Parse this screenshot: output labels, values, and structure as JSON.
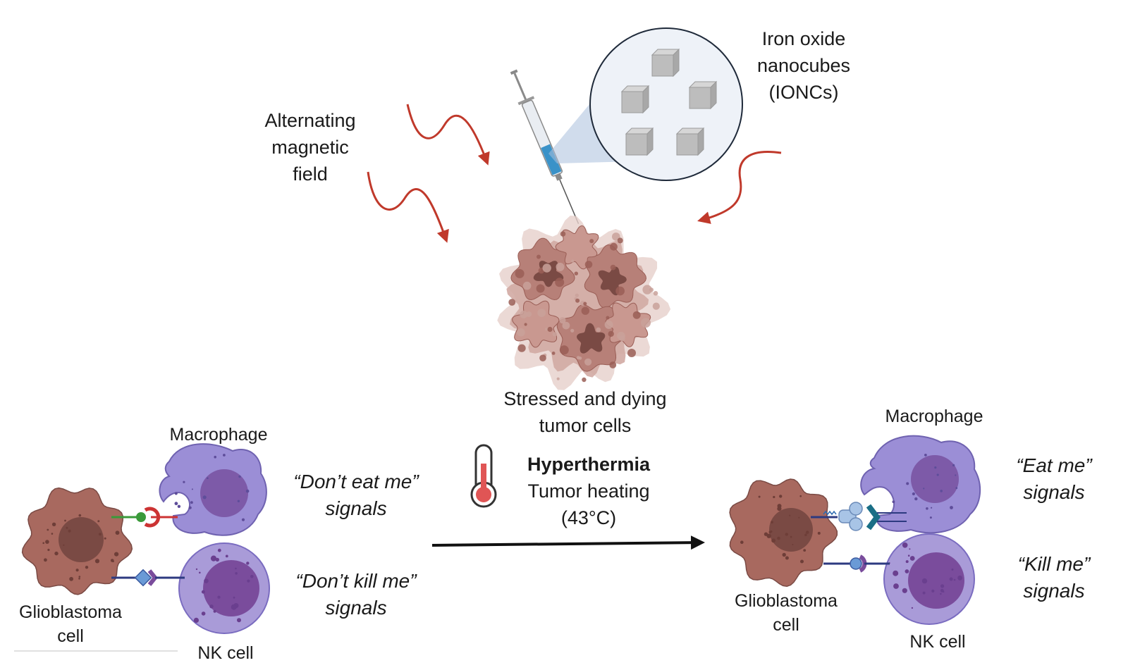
{
  "labels": {
    "magnetic_field": [
      "Alternating",
      "magnetic",
      "field"
    ],
    "ioncs": [
      "Iron oxide",
      "nanocubes",
      "(IONCs)"
    ],
    "tumor": [
      "Stressed and dying",
      "tumor cells"
    ],
    "hyperthermia_title": "Hyperthermia",
    "hyperthermia_sub": [
      "Tumor heating",
      "(43°C)"
    ]
  },
  "before": {
    "macrophage": "Macrophage",
    "glioblastoma": [
      "Glioblastoma",
      "cell"
    ],
    "nk": "NK cell",
    "signal_eat": [
      "“Don’t eat me”",
      "signals"
    ],
    "signal_kill": [
      "“Don’t kill me”",
      "signals"
    ]
  },
  "after": {
    "macrophage": "Macrophage",
    "glioblastoma": [
      "Glioblastoma",
      "cell"
    ],
    "nk": "NK cell",
    "signal_eat": [
      "“Eat me”",
      "signals"
    ],
    "signal_kill": [
      "“Kill me”",
      "signals"
    ]
  },
  "colors": {
    "field_arrow": "#c0392b",
    "tumor_cell": "#a8695f",
    "tumor_nucleus": "#7a4a44",
    "macrophage": "#9b8ed6",
    "macrophage_nucleus": "#7d5aa8",
    "nk_cell": "#a99bd8",
    "nk_nucleus": "#7a4c9c",
    "zoom_fill": "#eef2f8",
    "cube": "#bdbdbd",
    "thermo_red": "#e05555"
  }
}
